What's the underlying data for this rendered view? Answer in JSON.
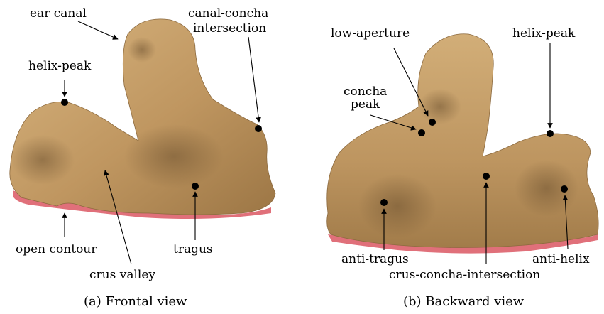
{
  "panels": [
    {
      "id": "a",
      "caption": "(a) Frontal view",
      "labels": {
        "ear_canal": "ear canal",
        "canal_concha_1": "canal-concha",
        "canal_concha_2": "intersection",
        "helix_peak": "helix-peak",
        "open_contour": "open contour",
        "crus_valley": "crus valley",
        "tragus": "tragus"
      }
    },
    {
      "id": "b",
      "caption": "(b) Backward view",
      "labels": {
        "low_aperture": "low-aperture",
        "concha_peak_1": "concha",
        "concha_peak_2": "peak",
        "helix_peak": "helix-peak",
        "anti_tragus": "anti-tragus",
        "crus_concha_intersection": "crus-concha-intersection",
        "anti_helix": "anti-helix"
      }
    }
  ],
  "colors": {
    "surface": "#c29a63",
    "surface_shadow": "#8c6a3f",
    "surface_highlight": "#dcb983",
    "open_contour_edge": "#e0707a",
    "marker": "#000000"
  }
}
